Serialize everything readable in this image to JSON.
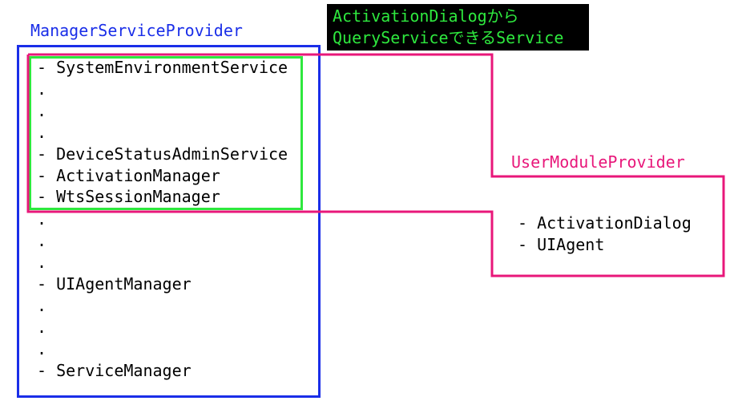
{
  "colors": {
    "manager_box": "#1a2ee8",
    "queryable_box": "#2ee83e",
    "user_module_box": "#e8177a",
    "note_background": "#000000",
    "note_text": "#2ee83e",
    "text": "#000000"
  },
  "manager_service_provider": {
    "title": "ManagerServiceProvider",
    "items": [
      "- SystemEnvironmentService",
      ".",
      ".",
      ".",
      "- DeviceStatusAdminService",
      "- ActivationManager",
      "- WtsSessionManager",
      ".",
      ".",
      ".",
      "- UIAgentManager",
      ".",
      ".",
      ".",
      "- ServiceManager"
    ]
  },
  "user_module_provider": {
    "title": "UserModuleProvider",
    "items": [
      "- ActivationDialog",
      "- UIAgent"
    ]
  },
  "note": {
    "line1": "ActivationDialogから",
    "line2": "QueryServiceできるService"
  }
}
